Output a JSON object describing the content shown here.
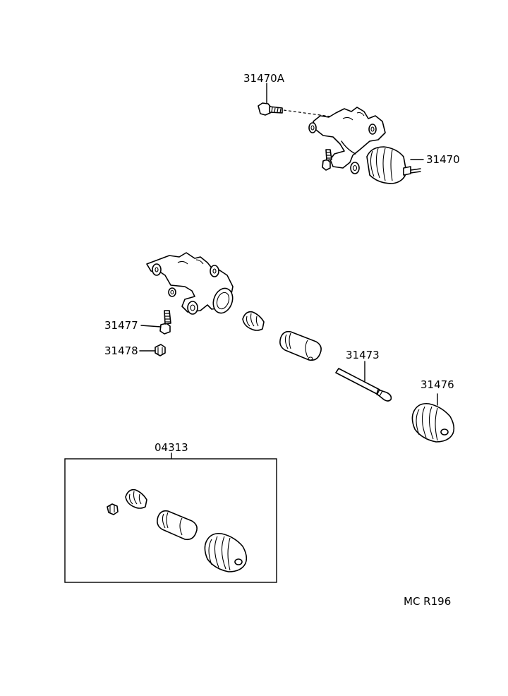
{
  "diagram": {
    "callouts": {
      "p31470A": "31470A",
      "p31470": "31470",
      "p31477": "31477",
      "p31478": "31478",
      "p31473": "31473",
      "p31476": "31476",
      "p04313": "04313"
    },
    "code": "MC R196"
  }
}
